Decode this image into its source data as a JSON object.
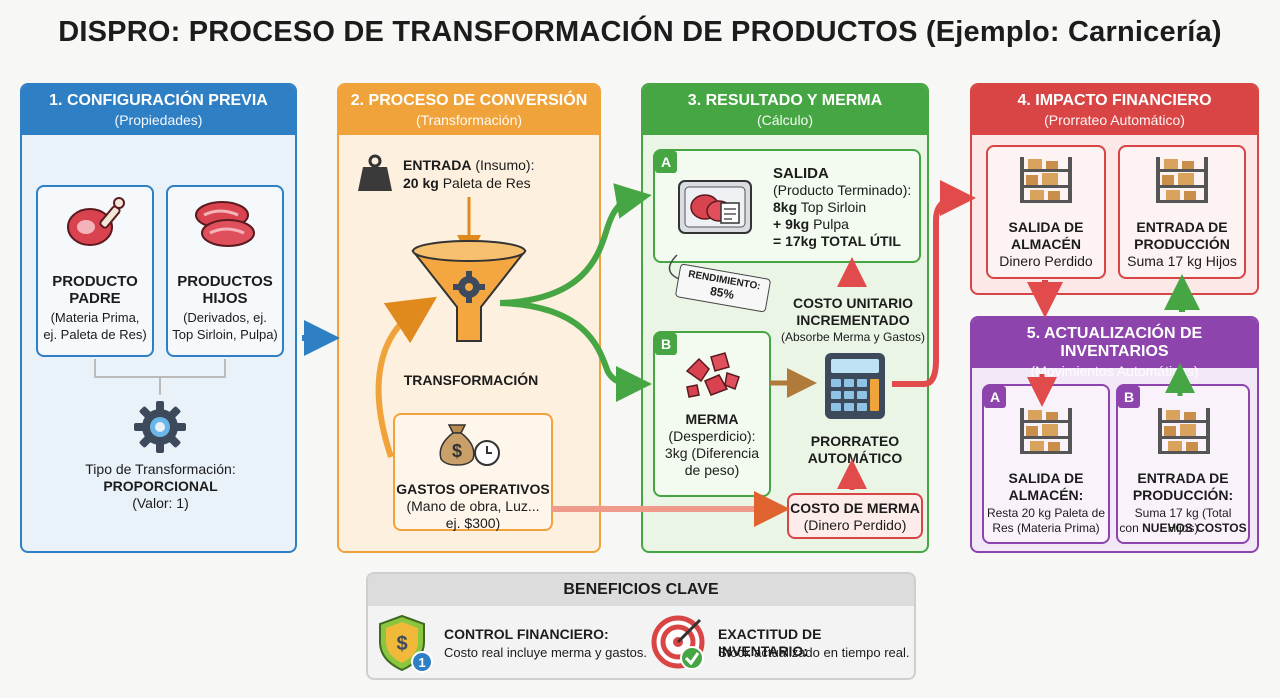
{
  "title": "DISPRO: PROCESO DE TRANSFORMACIÓN DE PRODUCTOS (Ejemplo: Carnicería)",
  "colors": {
    "blue": "#2f7fc4",
    "orange": "#f0a33a",
    "green": "#47a644",
    "red": "#d94444",
    "purple": "#8e44ad"
  },
  "panel1": {
    "title": "1. CONFIGURACIÓN PREVIA",
    "subtitle": "(Propiedades)",
    "parent_title": "PRODUCTO PADRE",
    "parent_desc": "(Materia Prima, ej. Paleta de Res)",
    "children_title": "PRODUCTOS HIJOS",
    "children_desc": "(Derivados, ej. Top Sirloin, Pulpa)",
    "type_label": "Tipo de Transformación:",
    "type_value": "PROPORCIONAL",
    "type_note": "(Valor: 1)"
  },
  "panel2": {
    "title": "2. PROCESO DE CONVERSIÓN",
    "subtitle": "(Transformación)",
    "input_label": "ENTRADA",
    "input_note": "(Insumo):",
    "input_qty": "20 kg",
    "input_product": "Paleta de Res",
    "transform_label": "TRANSFORMACIÓN",
    "costs_title": "GASTOS OPERATIVOS",
    "costs_desc1": "(Mano de obra, Luz...",
    "costs_desc2": "ej. $300)"
  },
  "panel3": {
    "title": "3. RESULTADO Y MERMA",
    "subtitle": "(Cálculo)",
    "badge_a": "A",
    "badge_b": "B",
    "output_title": "SALIDA",
    "output_desc": "(Producto Terminado):",
    "output_line1_qty": "8kg",
    "output_line1": "Top Sirloin",
    "output_line2_qty": "+ 9kg",
    "output_line2": "Pulpa",
    "output_total": "= 17kg TOTAL ÚTIL",
    "yield_label": "RENDIMIENTO:",
    "yield_value": "85%",
    "unit_cost_title1": "COSTO UNITARIO",
    "unit_cost_title2": "INCREMENTADO",
    "unit_cost_note": "(Absorbe Merma y Gastos)",
    "waste_title": "MERMA",
    "waste_desc1": "(Desperdicio):",
    "waste_desc2": "3kg (Diferencia",
    "waste_desc3": "de peso)",
    "prorate_title1": "PRORRATEO",
    "prorate_title2": "AUTOMÁTICO",
    "waste_cost_title": "COSTO DE MERMA",
    "waste_cost_note": "(Dinero Perdido)"
  },
  "panel4": {
    "title": "4. IMPACTO FINANCIERO",
    "subtitle": "(Prorrateo Automático)",
    "out_title1": "SALIDA DE",
    "out_title2": "ALMACÉN",
    "out_desc": "Dinero Perdido",
    "in_title1": "ENTRADA DE",
    "in_title2": "PRODUCCIÓN",
    "in_desc": "Suma 17 kg Hijos"
  },
  "panel5": {
    "title": "5. ACTUALIZACIÓN DE INVENTARIOS",
    "subtitle": "(Movimientos Automáticos)",
    "badge_a": "A",
    "badge_b": "B",
    "out_title1": "SALIDA DE",
    "out_title2": "ALMACÉN:",
    "out_desc1": "Resta 20 kg Paleta de",
    "out_desc2": "Res (Materia Prima)",
    "in_title1": "ENTRADA DE",
    "in_title2": "PRODUCCIÓN:",
    "in_desc1": "Suma 17 kg (Total Hijos)",
    "in_desc2_pre": "con",
    "in_desc2_bold": "NUEVOS COSTOS"
  },
  "benefits": {
    "title": "BENEFICIOS CLAVE",
    "item1_title": "CONTROL FINANCIERO:",
    "item1_desc": "Costo real incluye merma y gastos.",
    "item2_title": "EXACTITUD DE INVENTARIO:",
    "item2_desc": "Stock actualizado en tiempo real."
  },
  "icons": [
    "meat-leg-icon",
    "steaks-icon",
    "gear-icon",
    "weight-icon",
    "funnel-icon",
    "money-bag-icon",
    "clock-icon",
    "tray-icon",
    "meat-scraps-icon",
    "calculator-icon",
    "warehouse-shelf-icon",
    "shield-dollar-icon",
    "target-check-icon"
  ]
}
